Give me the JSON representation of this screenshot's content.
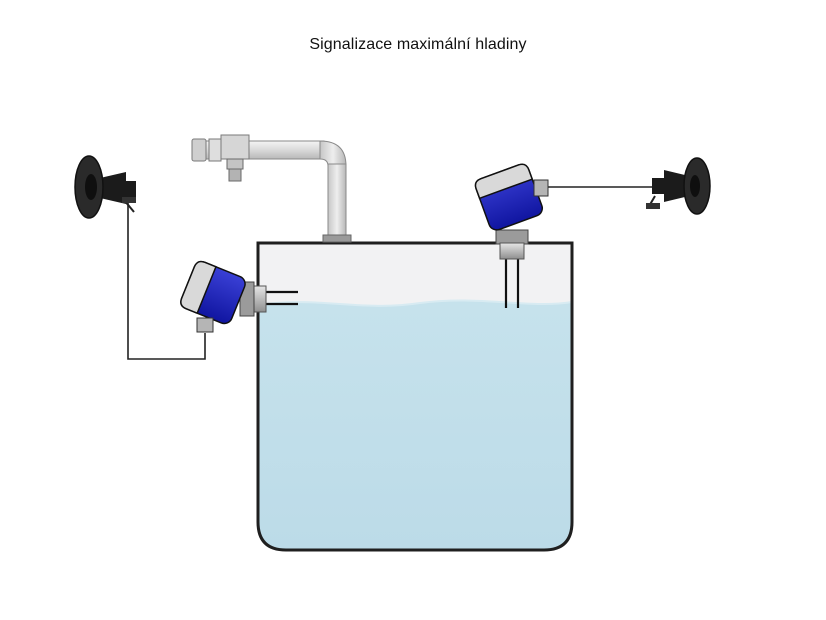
{
  "title": "Signalizace maximální hladiny",
  "colors": {
    "water": "#c3dfea",
    "tank_air": "#f1f1f2",
    "tank_outline": "#1f1f1f",
    "sensor_blue": "#1a1fb8",
    "sensor_gray": "#d7d7d7",
    "pipe": "#e8e8e8",
    "wire": "#222222",
    "horn": "#1b1b1b"
  },
  "components": {
    "tank": "tank",
    "inlet_pipe": "inlet-pipe",
    "left_sensor": "level-switch-side",
    "right_sensor": "level-switch-top",
    "left_horn": "horn-left-icon",
    "right_horn": "horn-right-icon"
  }
}
